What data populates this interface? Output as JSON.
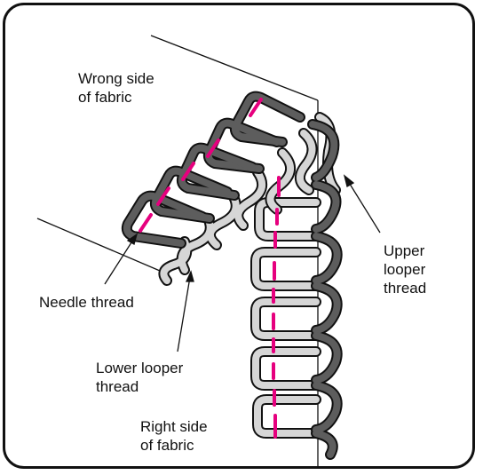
{
  "labels": {
    "wrong_side": [
      "Wrong side",
      "of fabric"
    ],
    "upper_looper": [
      "Upper",
      "looper",
      "thread"
    ],
    "needle_thread": [
      "Needle thread"
    ],
    "lower_looper": [
      "Lower looper",
      "thread"
    ],
    "right_side": [
      "Right side",
      "of fabric"
    ]
  },
  "colors": {
    "frame": "#111111",
    "upper_looper_thread": "#5d5d5d",
    "lower_looper_thread": "#d6d6d6",
    "needle_thread": "#e6007e",
    "outline": "#111111"
  }
}
